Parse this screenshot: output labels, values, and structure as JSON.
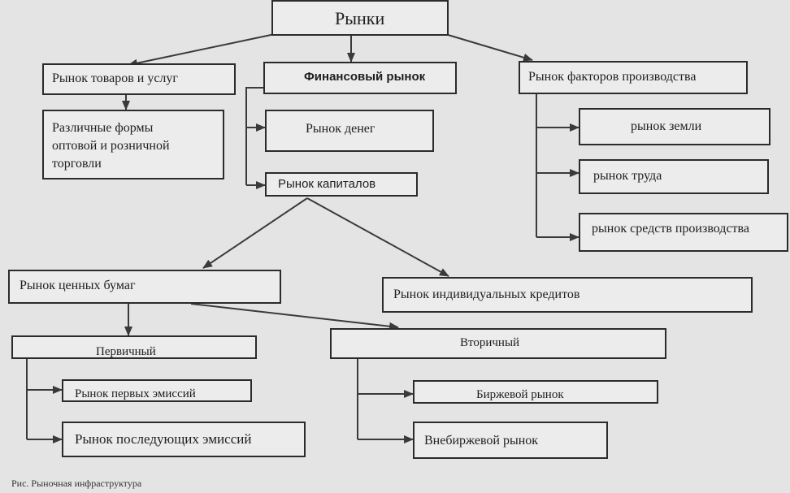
{
  "nodes": {
    "markets": "Рынки",
    "goods_services": "Рынок товаров и услуг",
    "financial": "Финансовый рынок",
    "factors": "Рынок факторов  производства",
    "trade_forms": [
      "Различные формы",
      "оптовой и розничной",
      "торговли"
    ],
    "money": "Рынок денег",
    "capital": "Рынок капиталов",
    "land": "рынок земли",
    "labor": "рынок труда",
    "means": "рынок средств производства",
    "securities": "Рынок ценных бумаг",
    "individual_credit": "Рынок индивидуальных кредитов",
    "primary": "Первичный",
    "secondary": "Вторичный",
    "first_issues": "Рынок первых эмиссий",
    "subsequent_issues": "Рынок последующих эмиссий",
    "exchange": "Биржевой рынок",
    "otc": "Внебиржевой рынок"
  },
  "caption": "Рис. Рыночная инфраструктура",
  "colors": {
    "line": "#3a3a3a",
    "border": "#2b2b2b",
    "background": "#e4e4e4"
  }
}
